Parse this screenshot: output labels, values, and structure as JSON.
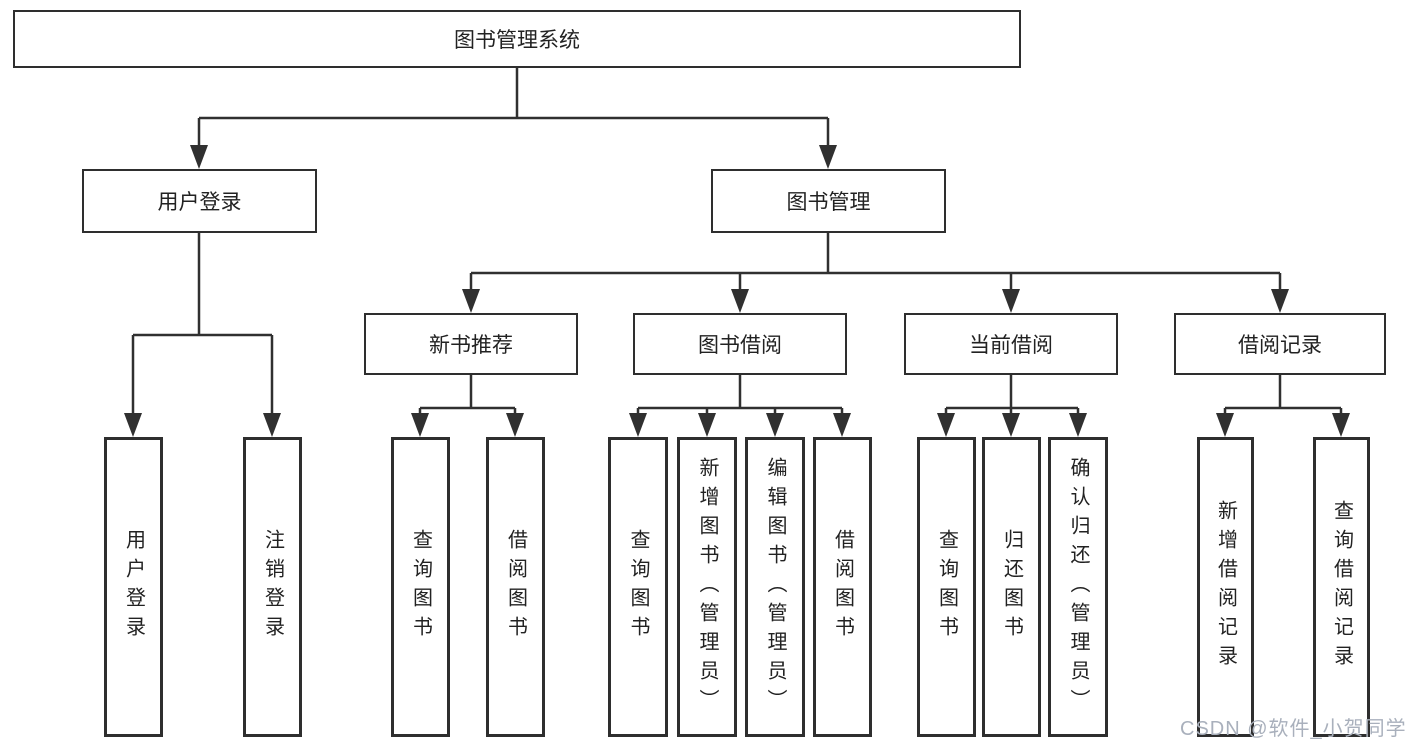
{
  "root": {
    "label": "图书管理系统"
  },
  "branches": [
    {
      "label": "用户登录",
      "children": [
        {
          "label": "用户登录"
        },
        {
          "label": "注销登录"
        }
      ]
    },
    {
      "label": "图书管理",
      "sections": [
        {
          "label": "新书推荐",
          "children": [
            {
              "label": "查询图书"
            },
            {
              "label": "借阅图书"
            }
          ]
        },
        {
          "label": "图书借阅",
          "children": [
            {
              "label": "查询图书"
            },
            {
              "label": "新增图书（管理员）"
            },
            {
              "label": "编辑图书（管理员）"
            },
            {
              "label": "借阅图书"
            }
          ]
        },
        {
          "label": "当前借阅",
          "children": [
            {
              "label": "查询图书"
            },
            {
              "label": "归还图书"
            },
            {
              "label": "确认归还（管理员）"
            }
          ]
        },
        {
          "label": "借阅记录",
          "children": [
            {
              "label": "新增借阅记录"
            },
            {
              "label": "查询借阅记录"
            }
          ]
        }
      ]
    }
  ],
  "watermark": {
    "text": "CSDN @软件_小贺同学"
  },
  "colors": {
    "line": "#303030",
    "box_border": "#2e2e2e",
    "text": "#222222",
    "watermark": "#a9b0bc",
    "background": "#ffffff"
  }
}
